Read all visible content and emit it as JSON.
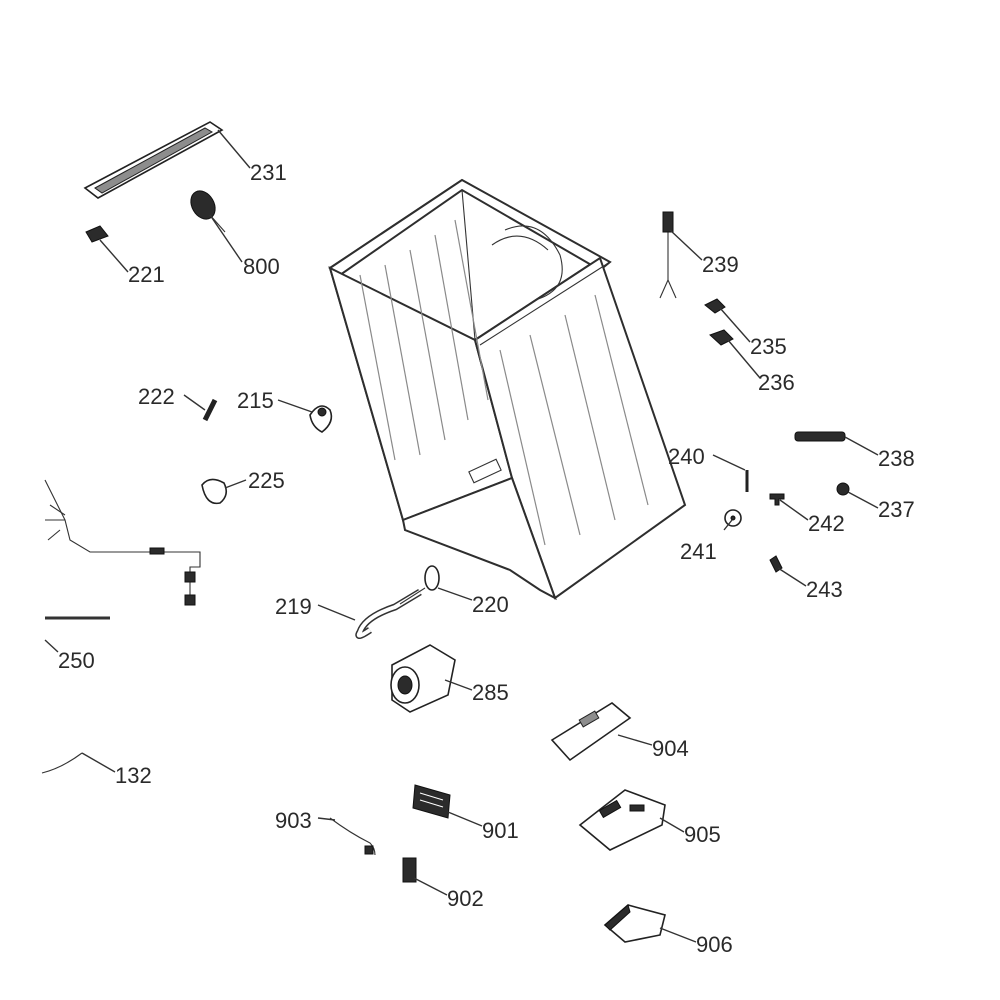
{
  "diagram": {
    "parts": [
      {
        "id": "p231",
        "label": "231"
      },
      {
        "id": "p800",
        "label": "800"
      },
      {
        "id": "p221",
        "label": "221"
      },
      {
        "id": "p239",
        "label": "239"
      },
      {
        "id": "p235",
        "label": "235"
      },
      {
        "id": "p236",
        "label": "236"
      },
      {
        "id": "p222",
        "label": "222"
      },
      {
        "id": "p215",
        "label": "215"
      },
      {
        "id": "p225",
        "label": "225"
      },
      {
        "id": "p240",
        "label": "240"
      },
      {
        "id": "p238",
        "label": "238"
      },
      {
        "id": "p237",
        "label": "237"
      },
      {
        "id": "p242",
        "label": "242"
      },
      {
        "id": "p241",
        "label": "241"
      },
      {
        "id": "p243",
        "label": "243"
      },
      {
        "id": "p219",
        "label": "219"
      },
      {
        "id": "p220",
        "label": "220"
      },
      {
        "id": "p250",
        "label": "250"
      },
      {
        "id": "p285",
        "label": "285"
      },
      {
        "id": "p904",
        "label": "904"
      },
      {
        "id": "p132",
        "label": "132"
      },
      {
        "id": "p903",
        "label": "903"
      },
      {
        "id": "p901",
        "label": "901"
      },
      {
        "id": "p905",
        "label": "905"
      },
      {
        "id": "p902",
        "label": "902"
      },
      {
        "id": "p906",
        "label": "906"
      }
    ]
  }
}
